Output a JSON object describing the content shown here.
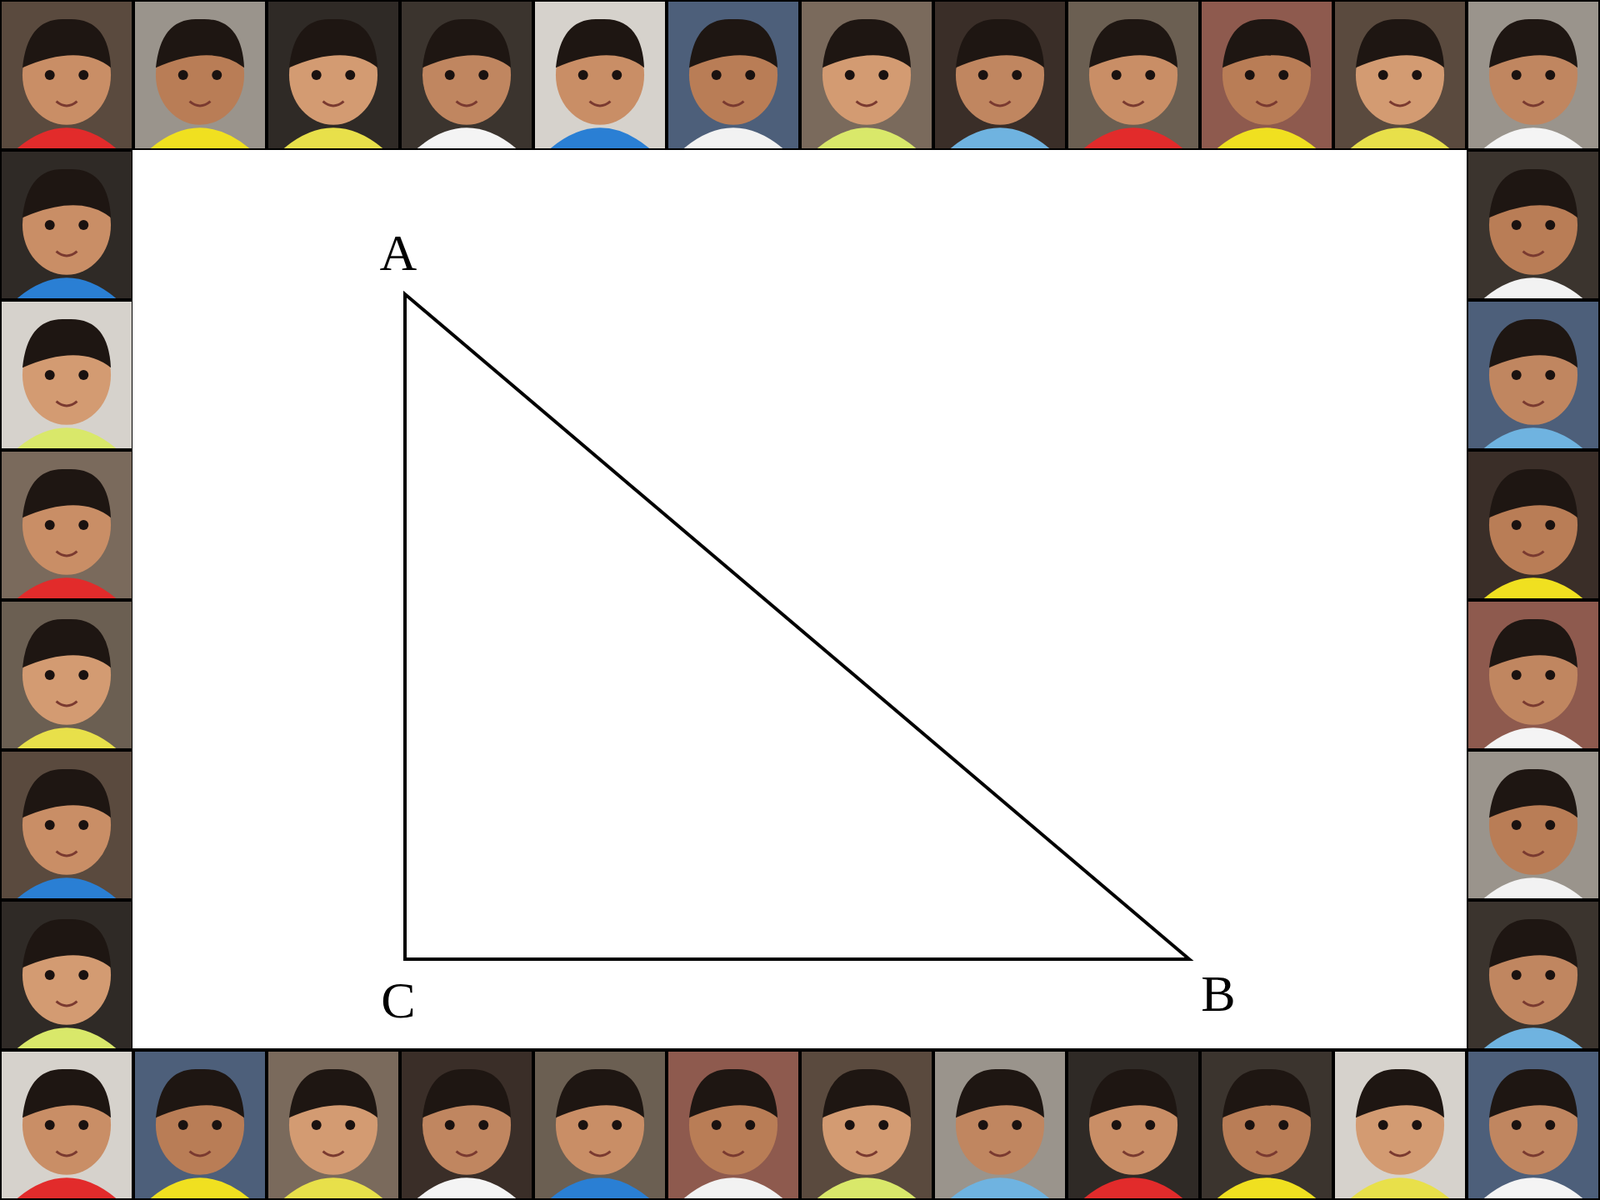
{
  "diagram": {
    "labels": [
      "A",
      "C",
      "B"
    ]
  }
}
